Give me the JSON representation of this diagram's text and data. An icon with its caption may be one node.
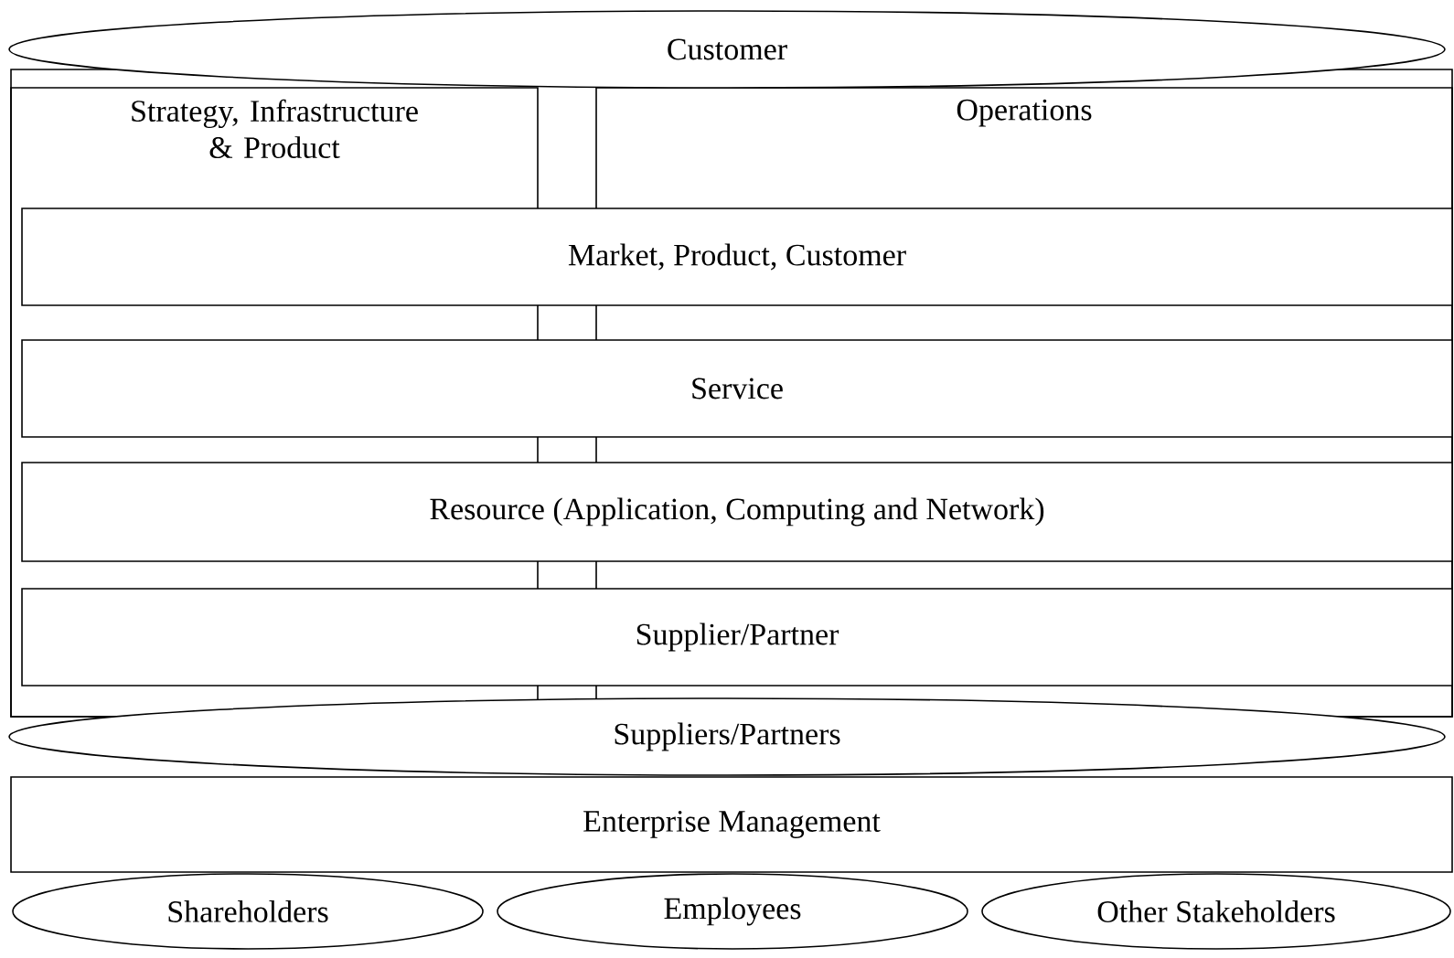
{
  "diagram": {
    "nodes": [
      {
        "text": [
          "Customer"
        ]
      },
      {
        "text": [],
        "shape": "box"
      },
      {
        "text": [
          "Strategy, Infrastructure & Product"
        ],
        "in": 1
      },
      {
        "text": [
          "Operations"
        ],
        "in": 1
      },
      {
        "text": [
          "Market, Product, Customer"
        ],
        "in": 1
      },
      {
        "text": [
          "Service"
        ],
        "in": 1
      },
      {
        "text": [
          "Resource (Application, Computing and Network)"
        ],
        "in": 1
      },
      {
        "text": [
          "Supplier/Partner"
        ],
        "in": 1
      },
      {
        "text": [
          "Suppliers/Partners"
        ]
      },
      {
        "text": [
          "Enterprise Management"
        ]
      },
      {
        "text": [
          "Shareholders"
        ]
      },
      {
        "text": [
          "Employees"
        ]
      },
      {
        "text": [
          "Other Stakeholders"
        ]
      }
    ]
  }
}
